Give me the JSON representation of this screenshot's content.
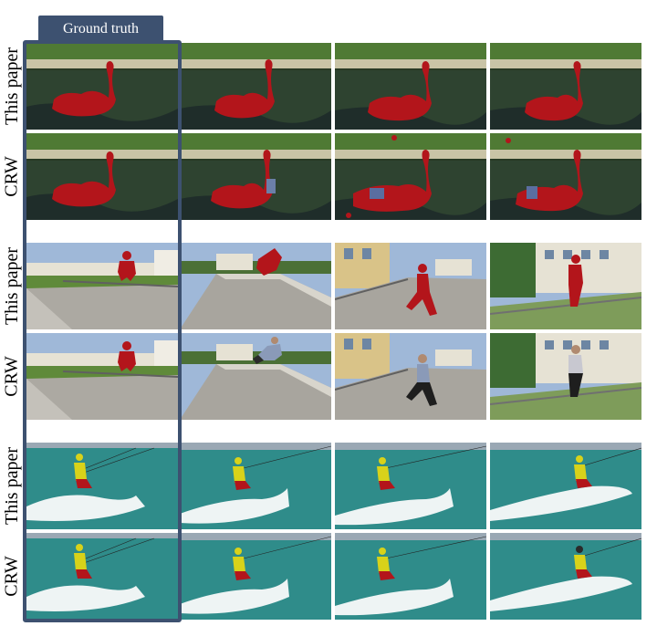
{
  "header": {
    "ground_truth_label": "Ground truth"
  },
  "rows": [
    {
      "label": "This paper",
      "scene": "swan",
      "method": "ours"
    },
    {
      "label": "CRW",
      "scene": "swan",
      "method": "crw"
    },
    {
      "label": "This paper",
      "scene": "parkour",
      "method": "ours"
    },
    {
      "label": "CRW",
      "scene": "parkour",
      "method": "crw"
    },
    {
      "label": "This paper",
      "scene": "kite",
      "method": "ours"
    },
    {
      "label": "CRW",
      "scene": "kite",
      "method": "crw"
    }
  ],
  "colors": {
    "ground_truth_frame": "#3d5170",
    "mask_red": "#b3151b",
    "mask_yellow": "#d8d21a"
  }
}
